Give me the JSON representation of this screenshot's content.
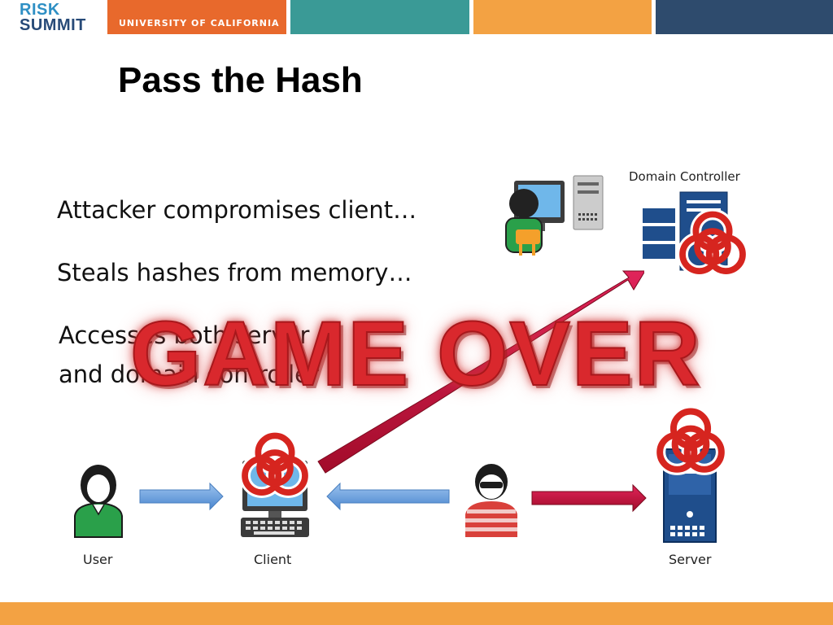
{
  "header": {
    "logo_line1": "RISK",
    "logo_line2": "SUMMIT",
    "university": "UNIVERSITY OF CALIFORNIA"
  },
  "slide": {
    "title": "Pass the Hash",
    "bullets": [
      "Attacker compromises client…",
      "Steals hashes from memory…",
      "Accesses both server",
      "and domain controller"
    ],
    "overlay": "GAME OVER"
  },
  "diagram": {
    "labels": {
      "user": "User",
      "client": "Client",
      "server": "Server",
      "domain_controller": "Domain Controller"
    }
  },
  "colors": {
    "orange": "#e8692c",
    "teal": "#3a9a96",
    "amber": "#f3a243",
    "navy": "#2e4b6d",
    "blue_arrow": "#4f8fd6",
    "red_arrow": "#c8102e",
    "biohazard": "#d6251f",
    "server_blue": "#1f4e8c"
  }
}
